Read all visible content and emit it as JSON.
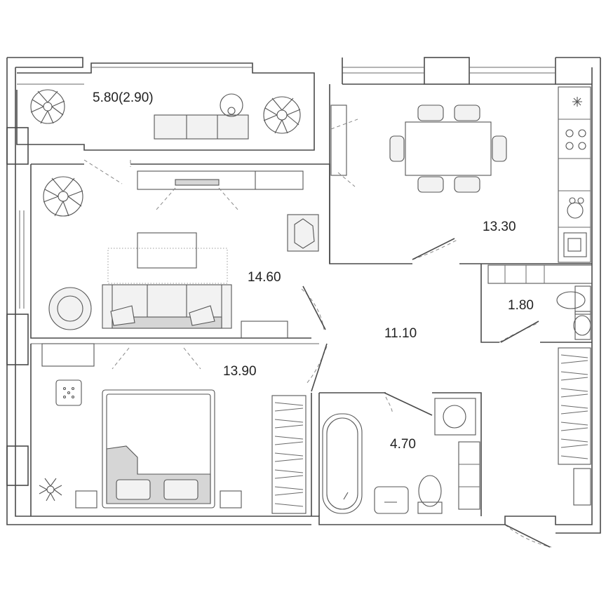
{
  "rooms": {
    "balcony": "5.80(2.90)",
    "kitchen": "13.30",
    "living": "14.60",
    "wc": "1.80",
    "hall": "11.10",
    "bedroom": "13.90",
    "bathroom": "4.70"
  }
}
